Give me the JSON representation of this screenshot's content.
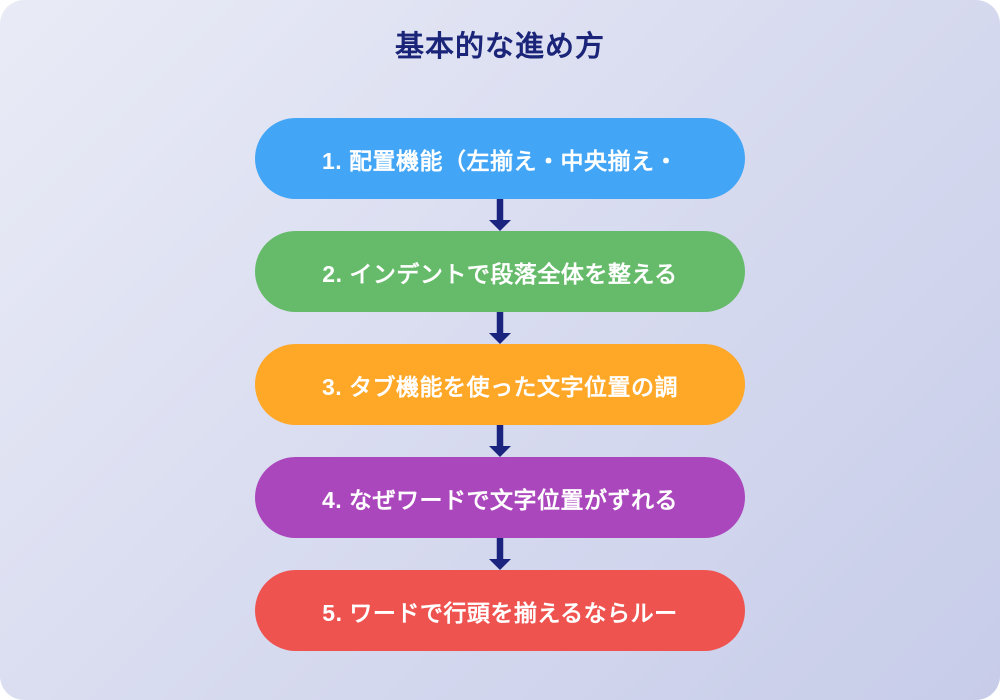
{
  "title": "基本的な進め方",
  "colors": {
    "background_start": "#e9ebf6",
    "background_end": "#c7cce9",
    "title": "#1a2478",
    "arrow": "#1a237e",
    "step_text": "#ffffff"
  },
  "steps": [
    {
      "label": "1. 配置機能（左揃え・中央揃え・",
      "color": "#42a5f5"
    },
    {
      "label": "2. インデントで段落全体を整える",
      "color": "#66bb6a"
    },
    {
      "label": "3. タブ機能を使った文字位置の調",
      "color": "#ffa726"
    },
    {
      "label": "4. なぜワードで文字位置がずれる",
      "color": "#ab47bc"
    },
    {
      "label": "5. ワードで行頭を揃えるならルー",
      "color": "#ef5350"
    }
  ]
}
